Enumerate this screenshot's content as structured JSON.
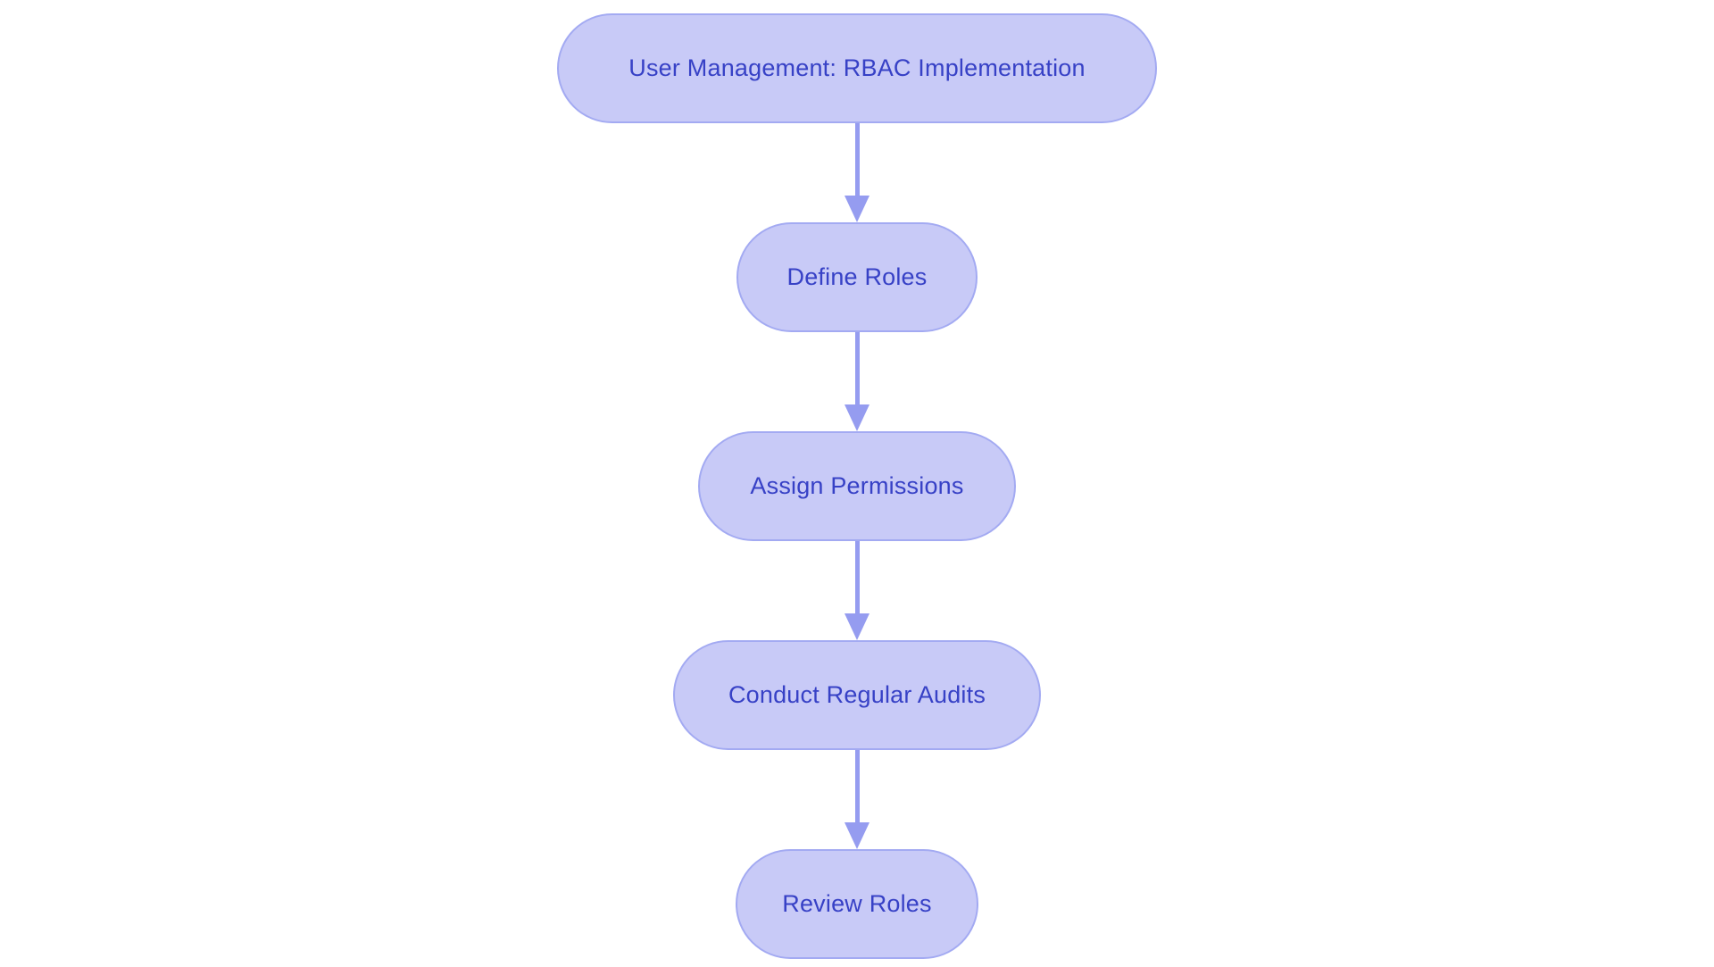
{
  "diagram": {
    "type": "flowchart",
    "direction": "top-down",
    "nodes": [
      {
        "id": "start",
        "label": "User Management: RBAC Implementation"
      },
      {
        "id": "step-1",
        "label": "Define Roles"
      },
      {
        "id": "step-2",
        "label": "Assign Permissions"
      },
      {
        "id": "step-3",
        "label": "Conduct Regular Audits"
      },
      {
        "id": "step-4",
        "label": "Review Roles"
      }
    ],
    "edges": [
      {
        "from": "start",
        "to": "step-1"
      },
      {
        "from": "step-1",
        "to": "step-2"
      },
      {
        "from": "step-2",
        "to": "step-3"
      },
      {
        "from": "step-3",
        "to": "step-4"
      }
    ],
    "colors": {
      "node_fill": "#c8caf7",
      "node_border": "#a3aaf2",
      "node_text": "#3741c6",
      "arrow": "#959cf0",
      "background": "#ffffff"
    }
  }
}
